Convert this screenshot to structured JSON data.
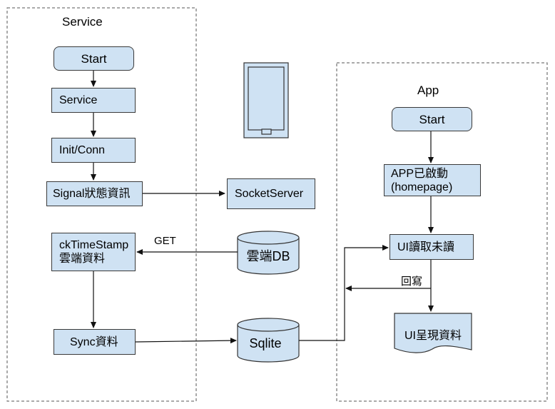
{
  "service": {
    "title": "Service",
    "start": "Start",
    "service_node": "Service",
    "init": "Init/Conn",
    "signal": "Signal狀態資訊",
    "check": "ckTimeStamp\n雲端資料",
    "sync": "Sync資料"
  },
  "external": {
    "socket_server": "SocketServer",
    "cloud_db": "雲端DB",
    "sqlite": "Sqlite",
    "get_label": "GET"
  },
  "app": {
    "title": "App",
    "start": "Start",
    "app_started": "APP已啟動\n(homepage)",
    "ui_read": "UI讀取未讀",
    "ui_show": "UI呈現資料",
    "write_back": "回寫"
  },
  "colors": {
    "node_fill": "#cfe2f3",
    "stroke": "#3a3a3a",
    "container_border": "#555555"
  }
}
